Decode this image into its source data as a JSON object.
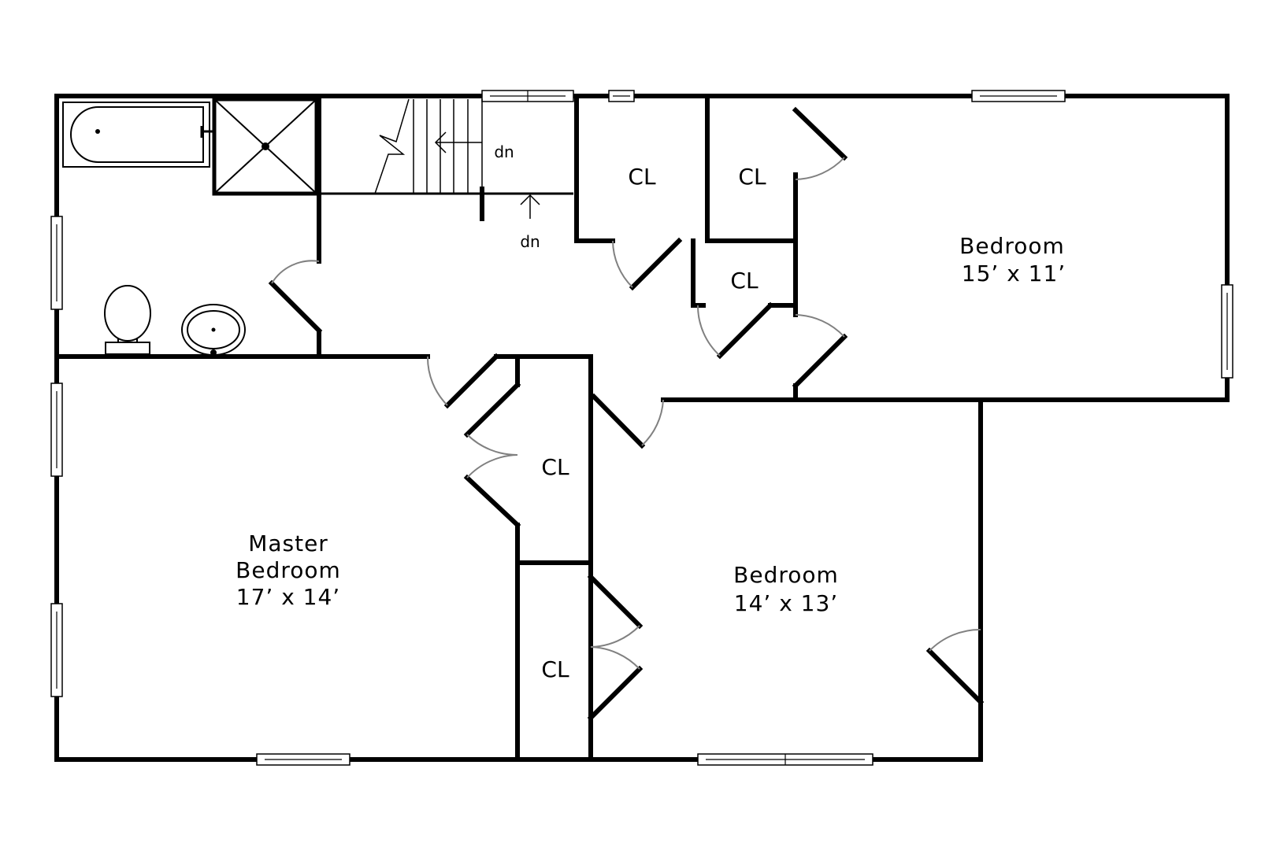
{
  "rooms": {
    "master": {
      "name_line1": "Master",
      "name_line2": "Bedroom",
      "size": "17’ x 14’"
    },
    "bedroom_ne": {
      "name": "Bedroom",
      "size": "15’ x 11’"
    },
    "bedroom_s": {
      "name": "Bedroom",
      "size": "14’ x 13’"
    }
  },
  "closets": {
    "cl1": "CL",
    "cl2": "CL",
    "cl3": "CL",
    "cl4": "CL",
    "cl5": "CL"
  },
  "stairs": {
    "dn_top": "dn",
    "dn_bottom": "dn"
  }
}
